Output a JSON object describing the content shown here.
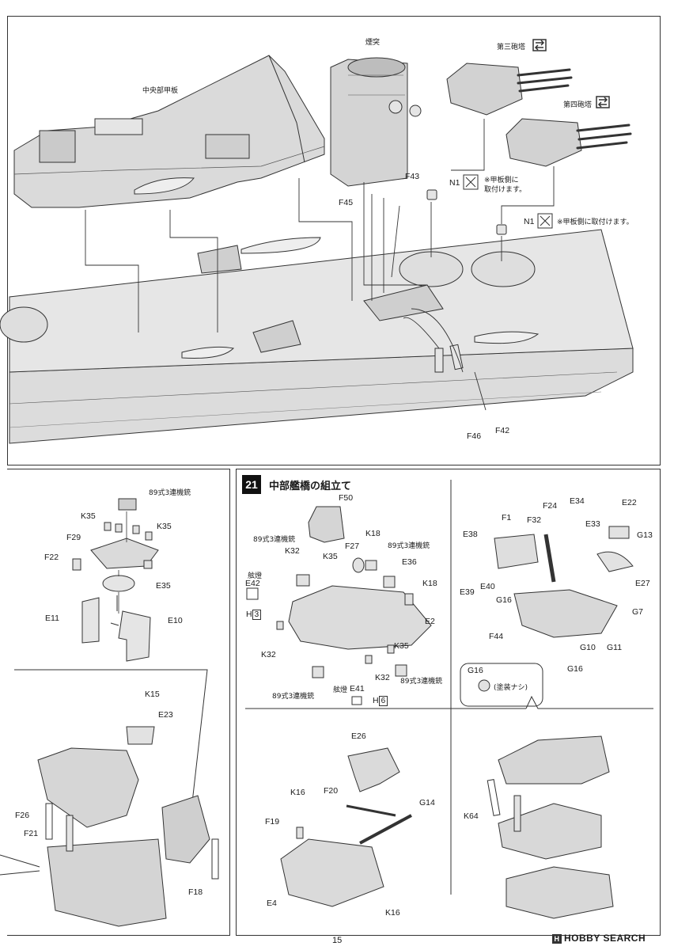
{
  "page_number": "15",
  "watermark": "HOBBY SEARCH",
  "colors": {
    "gray_fill": "#d8d8d8",
    "light_fill": "#ececec",
    "line": "#333333"
  },
  "top_panel": {
    "labels": {
      "central_deck": "中央部甲板",
      "funnel": "煙突",
      "turret3": "第三砲塔",
      "turret4": "第四砲塔",
      "n1a": "N1",
      "n1a_note": "※甲板側に\n取付けます。",
      "n1b": "N1",
      "n1b_note": "※甲板側に取付けます。",
      "f43": "F43",
      "f45": "F45",
      "f46": "F46",
      "f42": "F42"
    }
  },
  "left_panel_upper": {
    "labels": {
      "mg1": "89式3連機銃",
      "k35a": "K35",
      "k35b": "K35",
      "f29": "F29",
      "f22": "F22",
      "e35": "E35",
      "e11": "E11",
      "e10": "E10"
    }
  },
  "left_panel_lower": {
    "labels": {
      "k15": "K15",
      "e23": "E23",
      "f26": "F26",
      "f21": "F21",
      "f18": "F18"
    }
  },
  "step21": {
    "number": "21",
    "title": "中部艦橋の組立て",
    "labels": {
      "f50": "F50",
      "mg_a": "89式3連機銃",
      "k32a": "K32",
      "k18a": "K18",
      "f27": "F27",
      "mg_b": "89式3連機銃",
      "k35": "K35",
      "e36": "E36",
      "k18b": "K18",
      "lamp_a": "舷燈",
      "e42": "E42",
      "h3_letter": "H",
      "h3_num": "3",
      "e2": "E2",
      "k32b": "K32",
      "k35b": "K35",
      "k32c": "K32",
      "mg_c": "89式3連機銃",
      "mg_d": "89式3連機銃",
      "lamp_b": "舷燈",
      "e41": "E41",
      "h6_letter": "H",
      "h6_num": "6"
    }
  },
  "right_panel_upper": {
    "labels": {
      "e22": "E22",
      "e34": "E34",
      "f24": "F24",
      "f1": "F1",
      "f32": "F32",
      "e33": "E33",
      "g13": "G13",
      "e38": "E38",
      "e39": "E39",
      "e40": "E40",
      "g16a": "G16",
      "e27": "E27",
      "g7": "G7",
      "f44": "F44",
      "g10": "G10",
      "g11": "G11",
      "g16b": "G16",
      "g16c": "G16",
      "no_paint": "(塗装ナシ)"
    }
  },
  "mid_lower": {
    "labels": {
      "e26": "E26",
      "k16a": "K16",
      "f20": "F20",
      "g14": "G14",
      "f19": "F19",
      "e4": "E4",
      "k16b": "K16"
    }
  },
  "right_lower": {
    "labels": {
      "k64": "K64"
    }
  }
}
